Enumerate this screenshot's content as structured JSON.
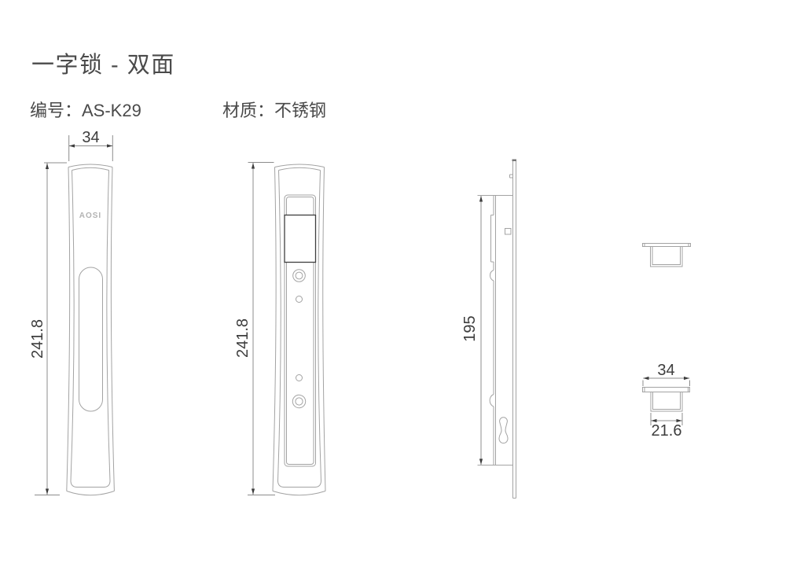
{
  "header": {
    "title": "一字锁 - 双面",
    "part_no": "编号：AS-K29",
    "material": "材质：不锈钢"
  },
  "front_view": {
    "width_dim": "34",
    "height_dim": "241.8",
    "logo": "AOSI"
  },
  "back_view": {
    "height_dim": "241.8"
  },
  "side_view": {
    "height_dim": "195"
  },
  "latch_section_view": {
    "width_dim": "34",
    "inner_width_dim": "21.6"
  },
  "colors": {
    "background": "#ffffff",
    "drawing_line": "#a3a3a3",
    "dimension_line": "#8c8c8c",
    "arrow_and_text": "#3d3d3d",
    "dark_outline": "#3e3e3e",
    "logo_text": "#b3b3b3",
    "heading_text": "#4a4a4a"
  }
}
